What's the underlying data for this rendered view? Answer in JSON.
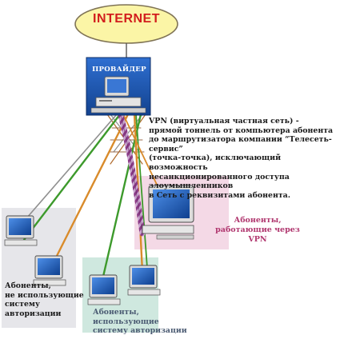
{
  "internet": {
    "label": "INTERNET"
  },
  "provider": {
    "label": "ПРОВАЙДЕР"
  },
  "vpn_description": "VPN (виртуальная частная сеть) -\nпрямой тоннель от компьютера абонента\nдо маршрутизатора компании “Телесеть-сервис”\n(точка-точка), исключающий возможность\nнесанкционированного доступа злоумышленников\nв Сеть с реквизитами абонента.",
  "groups": {
    "vpn": {
      "label": "Абоненты,\nработающие через VPN"
    },
    "no_auth": {
      "label": "Абоненты,\nне использующие\nсистему авторизации"
    },
    "auth": {
      "label": "Абоненты,\nиспользующие\nсистему авторизации"
    }
  },
  "colors": {
    "internet_fill": "#fbf5a6",
    "internet_border": "#7f7355",
    "internet_text": "#d21d1d",
    "vpn_zone": "#f4d9e6",
    "vpn_text": "#b0366e",
    "no_auth_zone": "#e6e6ea",
    "auth_zone": "#cfe8df",
    "cable_green": "#3d9a2c",
    "cable_orange": "#d98b2b",
    "cable_grey": "#8f8f8f",
    "vpn_tunnel": "#9c4d94",
    "monitor_screen": "#1d5ec0"
  }
}
